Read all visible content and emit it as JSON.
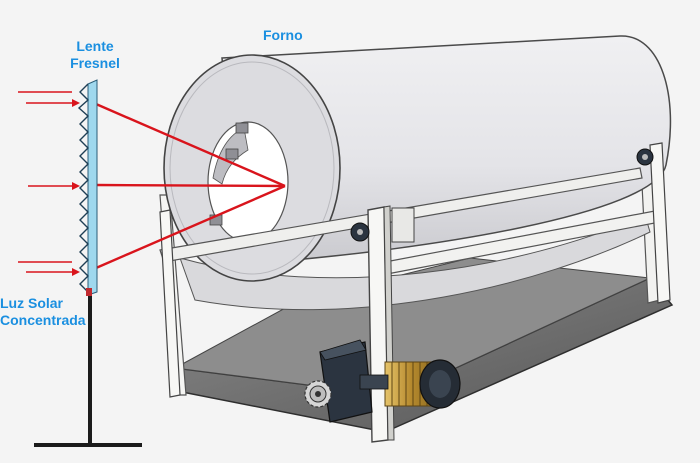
{
  "labels": {
    "lens_line1": "Lente",
    "lens_line2": "Fresnel",
    "furnace": "Forno",
    "solar_line1": "Luz Solar",
    "solar_line2": "Concentrada"
  },
  "colors": {
    "label": "#1a8fe0",
    "ray": "#d9141c",
    "lens": "#9fd8ee",
    "drum": "#e6e6e9",
    "frame": "#f2f2f0",
    "tray": "#6e6e6e",
    "motor": "#2b3440",
    "coil": "#c9a24a"
  },
  "icons": {
    "lens": "fresnel-lens-icon",
    "motor": "electric-motor-icon",
    "gear": "gear-icon"
  }
}
